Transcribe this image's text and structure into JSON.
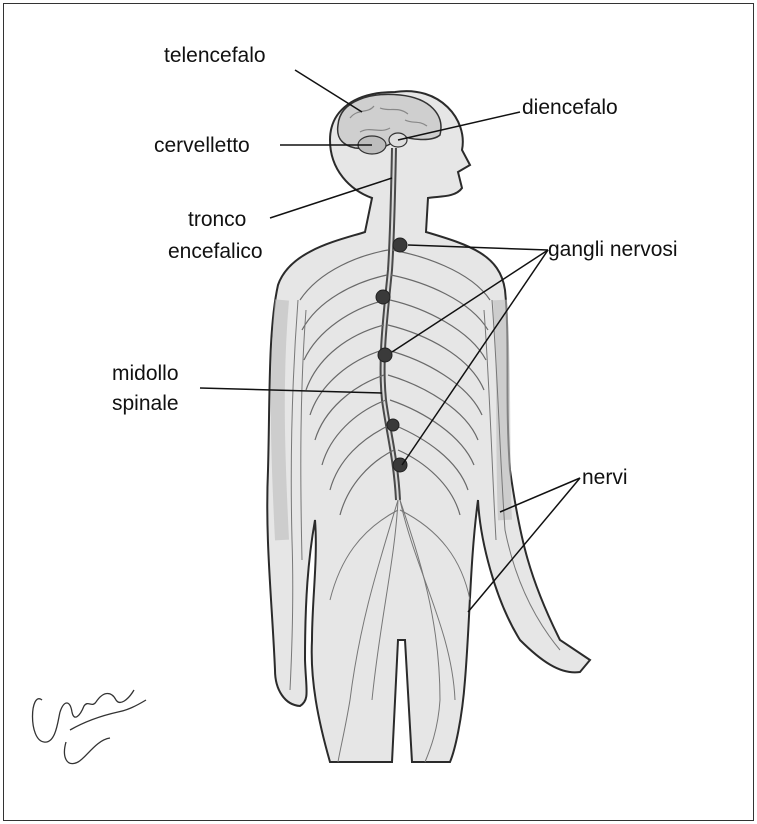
{
  "labels": {
    "telencefalo": "telencefalo",
    "diencefalo": "diencefalo",
    "cervelletto": "cervelletto",
    "tronco_line1": "tronco",
    "tronco_line2": "encefalico",
    "gangli": "gangli nervosi",
    "midollo_line1": "midollo",
    "midollo_line2": "spinale",
    "nervi": "nervi"
  },
  "signature": "Cattaneo Zanotti",
  "colors": {
    "background": "#ffffff",
    "body_fill": "#e6e6e6",
    "brain_fill": "#cfcfcf",
    "nerve": "#6a6a6a",
    "ganglion": "#3a3a3a",
    "leader": "#111111"
  }
}
